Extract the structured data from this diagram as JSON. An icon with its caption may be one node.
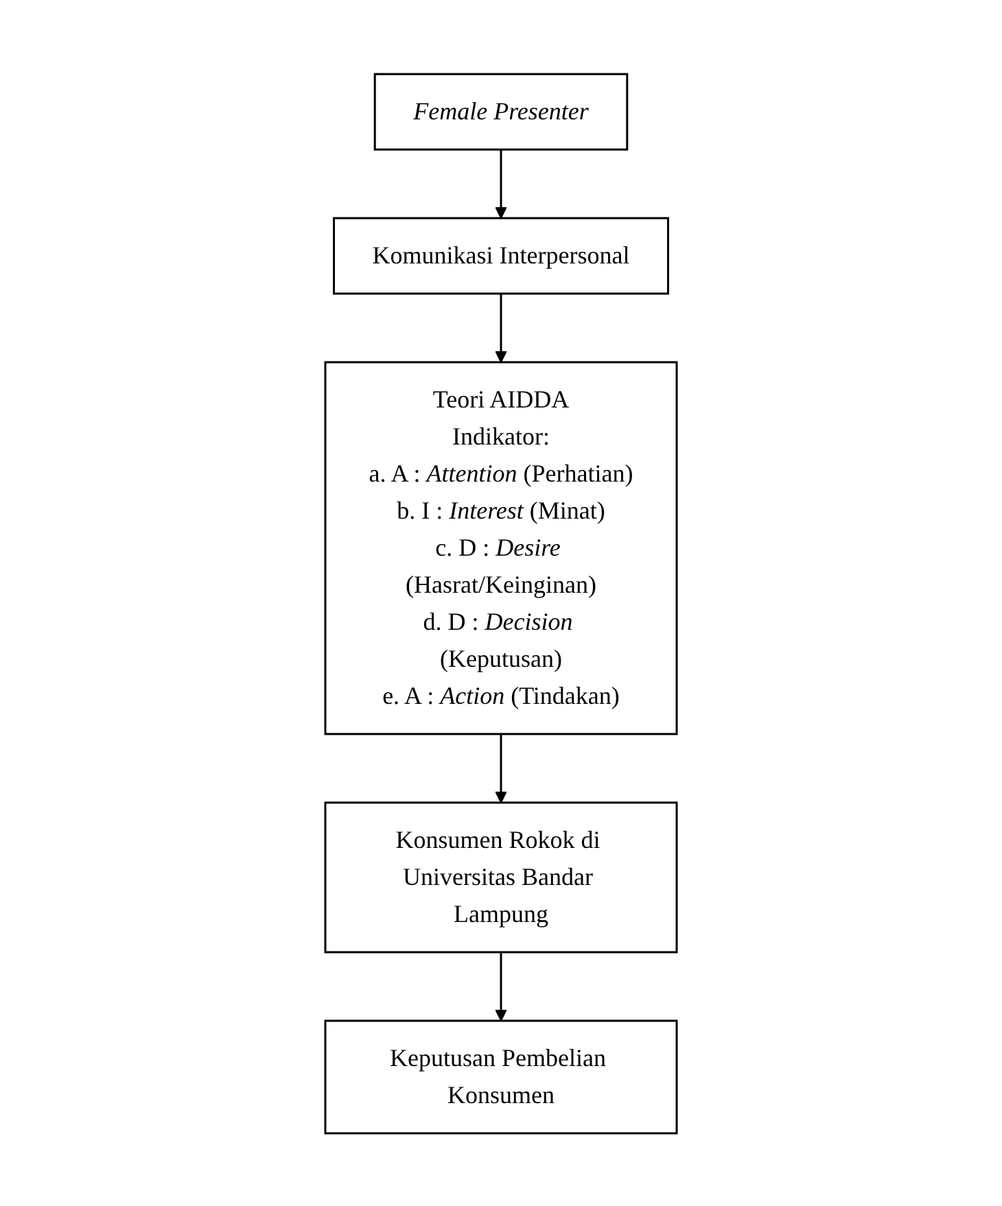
{
  "diagram": {
    "nodes": [
      {
        "text": [
          "Female Presenter"
        ]
      },
      {
        "text": [
          "Komunikasi Interpersonal"
        ]
      },
      {
        "text": [
          "Teori AIDDA",
          "Indikator:",
          "a. A : *Attention* (Perhatian)",
          "b. I : *Interest* (Minat)",
          "c. D : *Desire* (Hasrat/Keinginan)",
          "d. D : *Decision* (Keputusan)",
          "e. A : *Action* (Tindakan)"
        ]
      },
      {
        "text": [
          "Konsumen Rokok di Universitas Bandar Lampung"
        ]
      },
      {
        "text": [
          "Keputusan Pembelian Konsumen"
        ]
      }
    ],
    "edges": [
      {
        "from": 0,
        "to": 1,
        "arrow": "to"
      },
      {
        "from": 1,
        "to": 2,
        "arrow": "to"
      },
      {
        "from": 2,
        "to": 3,
        "arrow": "to"
      },
      {
        "from": 3,
        "to": 4,
        "arrow": "to"
      }
    ]
  }
}
